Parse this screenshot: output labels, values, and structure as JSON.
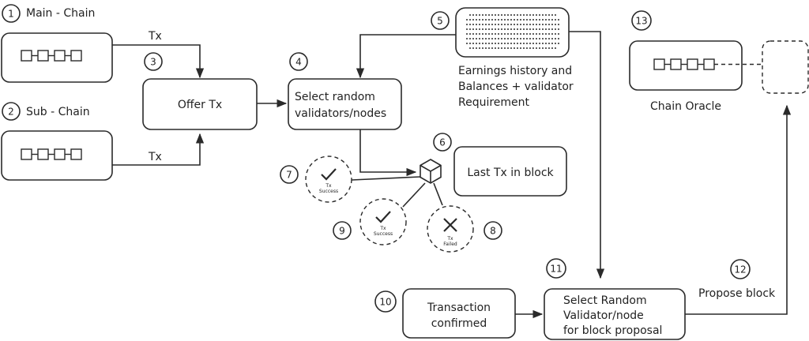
{
  "colors": {
    "stroke": "#2a2a2a",
    "text": "#222222",
    "background": "#ffffff"
  },
  "labels": {
    "main_chain": "Main - Chain",
    "sub_chain": "Sub - Chain",
    "tx_top": "Tx",
    "tx_bottom": "Tx",
    "offer_tx": "Offer Tx",
    "select_random_line1": "Select random",
    "select_random_line2": "validators/nodes",
    "earnings_line1": "Earnings history and",
    "earnings_line2": "Balances + validator",
    "earnings_line3": "Requirement",
    "last_tx": "Last Tx in block",
    "tx_success_a_line1": "Tx",
    "tx_success_a_line2": "Success",
    "tx_success_b_line1": "Tx",
    "tx_success_b_line2": "Success",
    "tx_failed_line1": "Tx",
    "tx_failed_line2": "Failed",
    "transaction_confirmed_line1": "Transaction",
    "transaction_confirmed_line2": "confirmed",
    "select_block_line1": "Select Random",
    "select_block_line2": "Validator/node",
    "select_block_line3": "for block proposal",
    "propose_block": "Propose block",
    "chain_oracle": "Chain Oracle"
  },
  "step_numbers": [
    "1",
    "2",
    "3",
    "4",
    "5",
    "6",
    "7",
    "8",
    "9",
    "10",
    "11",
    "12",
    "13"
  ],
  "icons": {
    "chain": "chain-icon",
    "database": "ledger-icon",
    "cube": "block-cube-icon",
    "check": "check-icon",
    "cross": "cross-icon"
  }
}
